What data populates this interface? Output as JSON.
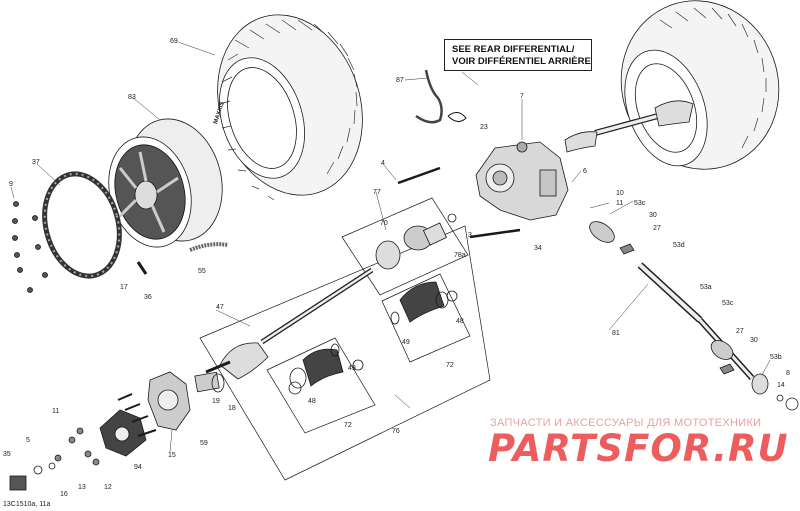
{
  "note": {
    "line1": "SEE REAR DIFFERENTIAL/",
    "line2": "VOIR DIFFÉRENTIEL ARRIÈRE"
  },
  "tire_text": "MAXXIS",
  "reference_code": "13C1510a, 11a",
  "watermark": {
    "tagline": "ЗАПЧАСТИ И АКСЕССУАРЫ ДЛЯ МОТОТЕХНИКИ",
    "logo": "PARTSFOR.RU"
  },
  "callouts": [
    {
      "id": "c69",
      "text": "69"
    },
    {
      "id": "c83",
      "text": "83"
    },
    {
      "id": "c37",
      "text": "37"
    },
    {
      "id": "c9",
      "text": "9"
    },
    {
      "id": "c17",
      "text": "17"
    },
    {
      "id": "c36",
      "text": "36"
    },
    {
      "id": "c55",
      "text": "55"
    },
    {
      "id": "c87",
      "text": "87"
    },
    {
      "id": "c7",
      "text": "7"
    },
    {
      "id": "c23",
      "text": "23"
    },
    {
      "id": "c4",
      "text": "4"
    },
    {
      "id": "c77",
      "text": "77"
    },
    {
      "id": "c70",
      "text": "70"
    },
    {
      "id": "c78a",
      "text": "78a"
    },
    {
      "id": "c3",
      "text": "3"
    },
    {
      "id": "c34",
      "text": "34"
    },
    {
      "id": "c6",
      "text": "6"
    },
    {
      "id": "c10",
      "text": "10"
    },
    {
      "id": "c11t",
      "text": "11"
    },
    {
      "id": "c53c1",
      "text": "53c"
    },
    {
      "id": "c30a",
      "text": "30"
    },
    {
      "id": "c27a",
      "text": "27"
    },
    {
      "id": "c53d",
      "text": "53d"
    },
    {
      "id": "c53a",
      "text": "53a"
    },
    {
      "id": "c53c2",
      "text": "53c"
    },
    {
      "id": "c81",
      "text": "81"
    },
    {
      "id": "c27b",
      "text": "27"
    },
    {
      "id": "c30b",
      "text": "30"
    },
    {
      "id": "c53b",
      "text": "53b"
    },
    {
      "id": "c8",
      "text": "8"
    },
    {
      "id": "c14",
      "text": "14"
    },
    {
      "id": "c47",
      "text": "47"
    },
    {
      "id": "c48a",
      "text": "48"
    },
    {
      "id": "c49a",
      "text": "49"
    },
    {
      "id": "c48b",
      "text": "48"
    },
    {
      "id": "c49b",
      "text": "49"
    },
    {
      "id": "c72a",
      "text": "72"
    },
    {
      "id": "c72b",
      "text": "72"
    },
    {
      "id": "c76",
      "text": "76"
    },
    {
      "id": "c19",
      "text": "19"
    },
    {
      "id": "c18",
      "text": "18"
    },
    {
      "id": "c59",
      "text": "59"
    },
    {
      "id": "c94",
      "text": "94"
    },
    {
      "id": "c15",
      "text": "15"
    },
    {
      "id": "c11b",
      "text": "11"
    },
    {
      "id": "c5",
      "text": "5"
    },
    {
      "id": "c35",
      "text": "35"
    },
    {
      "id": "c16",
      "text": "16"
    },
    {
      "id": "c13",
      "text": "13"
    },
    {
      "id": "c12",
      "text": "12"
    }
  ]
}
